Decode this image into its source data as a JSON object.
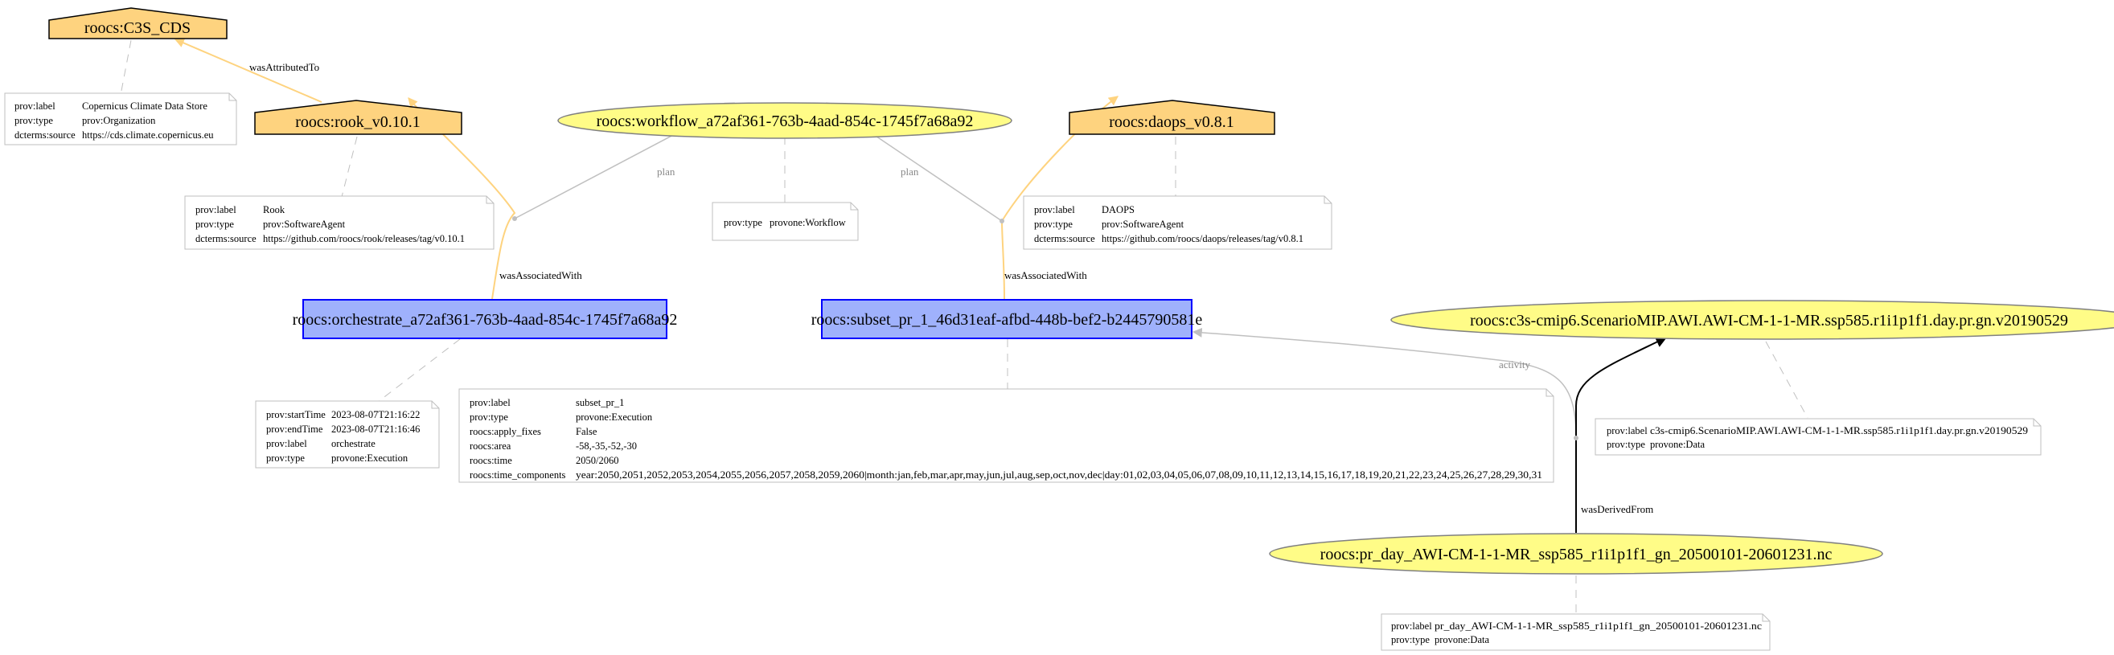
{
  "colors": {
    "agent_fill": "#fed37f",
    "activity_fill": "#9fb1fc",
    "activity_stroke": "#0000ff",
    "entity_fill": "#fffc87",
    "entity_stroke": "#808080",
    "attributed_edge": "#fed37f",
    "plan_edge": "#c0c0c0",
    "derived_edge": "#000000",
    "note_stroke": "#bfbfbf"
  },
  "nodes": {
    "c3s_cds": {
      "label": "roocs:C3S_CDS",
      "kind": "agent"
    },
    "rook": {
      "label": "roocs:rook_v0.10.1",
      "kind": "agent"
    },
    "daops": {
      "label": "roocs:daops_v0.8.1",
      "kind": "agent"
    },
    "workflow": {
      "label": "roocs:workflow_a72af361-763b-4aad-854c-1745f7a68a92",
      "kind": "entity"
    },
    "orchestrate": {
      "label": "roocs:orchestrate_a72af361-763b-4aad-854c-1745f7a68a92",
      "kind": "activity"
    },
    "subset": {
      "label": "roocs:subset_pr_1_46d31eaf-afbd-448b-bef2-b2445790581e",
      "kind": "activity"
    },
    "c3s_cmip6": {
      "label": "roocs:c3s-cmip6.ScenarioMIP.AWI.AWI-CM-1-1-MR.ssp585.r1i1p1f1.day.pr.gn.v20190529",
      "kind": "entity"
    },
    "pr_day": {
      "label": "roocs:pr_day_AWI-CM-1-1-MR_ssp585_r1i1p1f1_gn_20500101-20601231.nc",
      "kind": "entity"
    }
  },
  "notes": {
    "c3s_cds": [
      {
        "key": "prov:label",
        "value": "Copernicus Climate Data Store"
      },
      {
        "key": "prov:type",
        "value": "prov:Organization"
      },
      {
        "key": "dcterms:source",
        "value": "https://cds.climate.copernicus.eu"
      }
    ],
    "rook": [
      {
        "key": "prov:label",
        "value": "Rook"
      },
      {
        "key": "prov:type",
        "value": "prov:SoftwareAgent"
      },
      {
        "key": "dcterms:source",
        "value": "https://github.com/roocs/rook/releases/tag/v0.10.1"
      }
    ],
    "workflow": [
      {
        "key": "prov:type",
        "value": "provone:Workflow"
      }
    ],
    "daops": [
      {
        "key": "prov:label",
        "value": "DAOPS"
      },
      {
        "key": "prov:type",
        "value": "prov:SoftwareAgent"
      },
      {
        "key": "dcterms:source",
        "value": "https://github.com/roocs/daops/releases/tag/v0.8.1"
      }
    ],
    "orchestrate": [
      {
        "key": "prov:startTime",
        "value": "2023-08-07T21:16:22"
      },
      {
        "key": "prov:endTime",
        "value": "2023-08-07T21:16:46"
      },
      {
        "key": "prov:label",
        "value": "orchestrate"
      },
      {
        "key": "prov:type",
        "value": "provone:Execution"
      }
    ],
    "subset": [
      {
        "key": "prov:label",
        "value": "subset_pr_1"
      },
      {
        "key": "prov:type",
        "value": "provone:Execution"
      },
      {
        "key": "roocs:apply_fixes",
        "value": "False"
      },
      {
        "key": "roocs:area",
        "value": "-58,-35,-52,-30"
      },
      {
        "key": "roocs:time",
        "value": "2050/2060"
      },
      {
        "key": "roocs:time_components",
        "value": "year:2050,2051,2052,2053,2054,2055,2056,2057,2058,2059,2060|month:jan,feb,mar,apr,may,jun,jul,aug,sep,oct,nov,dec|day:01,02,03,04,05,06,07,08,09,10,11,12,13,14,15,16,17,18,19,20,21,22,23,24,25,26,27,28,29,30,31"
      }
    ],
    "c3s_cmip6": [
      {
        "key": "prov:label",
        "value": "c3s-cmip6.ScenarioMIP.AWI.AWI-CM-1-1-MR.ssp585.r1i1p1f1.day.pr.gn.v20190529"
      },
      {
        "key": "prov:type",
        "value": "provone:Data"
      }
    ],
    "pr_day": [
      {
        "key": "prov:label",
        "value": "pr_day_AWI-CM-1-1-MR_ssp585_r1i1p1f1_gn_20500101-20601231.nc"
      },
      {
        "key": "prov:type",
        "value": "provone:Data"
      }
    ]
  },
  "edge_labels": {
    "was_attributed_to": "wasAttributedTo",
    "was_associated_with_rook": "wasAssociatedWith",
    "was_associated_with_daops": "wasAssociatedWith",
    "plan_left": "plan",
    "plan_right": "plan",
    "activity": "activity",
    "was_derived_from": "wasDerivedFrom"
  }
}
